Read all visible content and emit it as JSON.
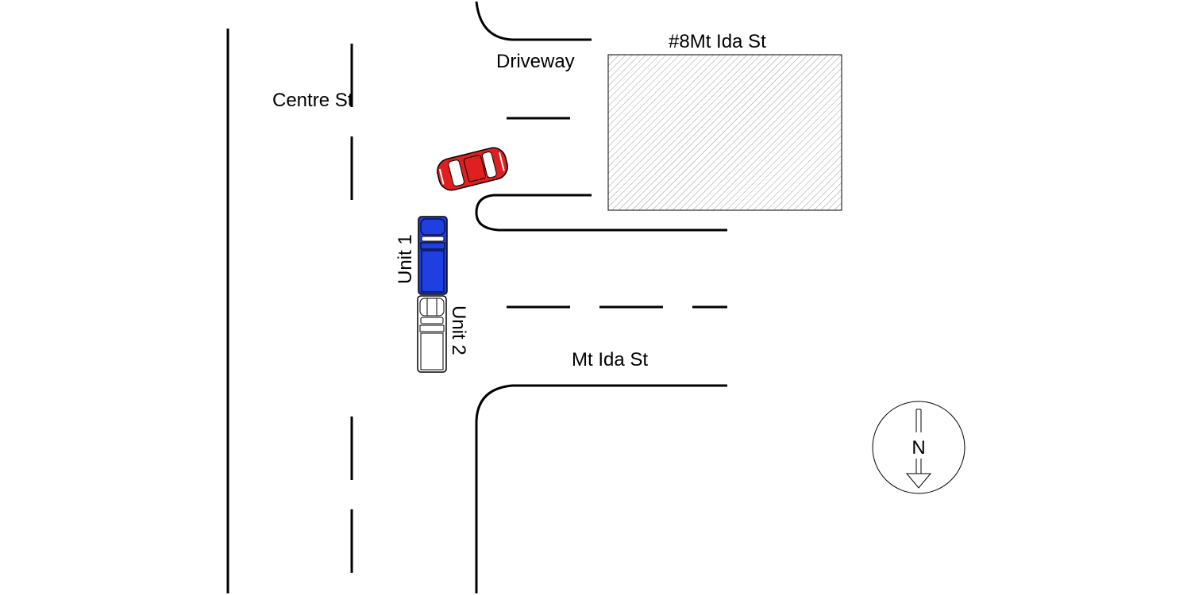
{
  "labels": {
    "centre_st": "Centre St",
    "driveway": "Driveway",
    "building": "#8Mt Ida St",
    "mt_ida_st": "Mt Ida St",
    "unit_1": "Unit 1",
    "unit_2": "Unit 2",
    "north": "N"
  },
  "colors": {
    "unit_1": "#1f3fe0",
    "unit_2": "#ffffff",
    "parked_car": "#e02020",
    "building_hatch": "#9a9a9a",
    "line": "#000000"
  },
  "icons": {
    "north_arrow": "north-arrow-icon",
    "unit_1": "pickup-truck-icon",
    "unit_2": "pickup-truck-icon",
    "parked_car": "sedan-car-icon"
  }
}
